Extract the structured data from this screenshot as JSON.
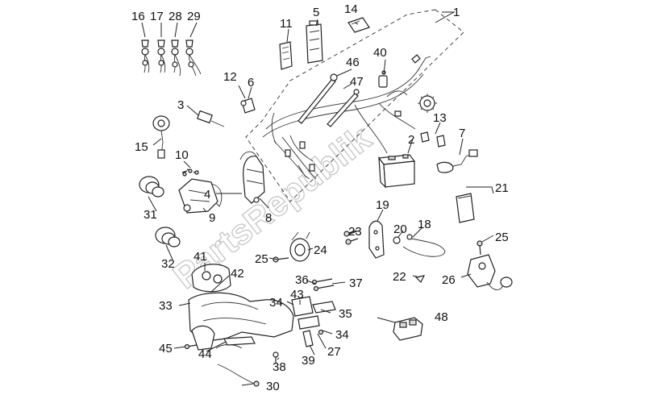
{
  "watermark": "PartsRepublik",
  "callouts": {
    "c1": "1",
    "c2": "2",
    "c3": "3",
    "c4": "4",
    "c5": "5",
    "c6": "6",
    "c7": "7",
    "c8": "8",
    "c9": "9",
    "c10": "10",
    "c11": "11",
    "c12": "12",
    "c13": "13",
    "c14": "14",
    "c15": "15",
    "c16": "16",
    "c17": "17",
    "c18": "18",
    "c19": "19",
    "c20": "20",
    "c21": "21",
    "c22": "22",
    "c23": "23",
    "c24": "24",
    "c25a": "25",
    "c25b": "25",
    "c26": "26",
    "c27": "27",
    "c28": "28",
    "c29": "29",
    "c30": "30",
    "c31": "31",
    "c32": "32",
    "c33": "33",
    "c34a": "34",
    "c34b": "34",
    "c35": "35",
    "c36": "36",
    "c37": "37",
    "c38": "38",
    "c39": "39",
    "c40": "40",
    "c41": "41",
    "c42": "42",
    "c43": "43",
    "c44": "44",
    "c45": "45",
    "c46": "46",
    "c47": "47",
    "c48": "48"
  }
}
